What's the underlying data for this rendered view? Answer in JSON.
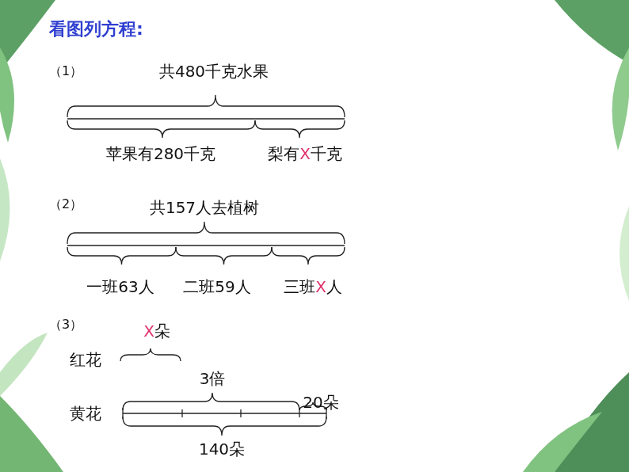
{
  "diagram": {
    "title": "看图列方程:",
    "labels": [
      "（1）",
      "共480千克水果",
      "苹果有280千克",
      "梨有",
      "X",
      "千克",
      "（2）",
      "共157人去植树",
      "一班63人",
      "二班59人",
      "三班",
      "X",
      "人",
      "（3）",
      "X",
      "朵",
      "红花",
      "3倍",
      "黄花",
      "20朵",
      "140朵"
    ]
  }
}
